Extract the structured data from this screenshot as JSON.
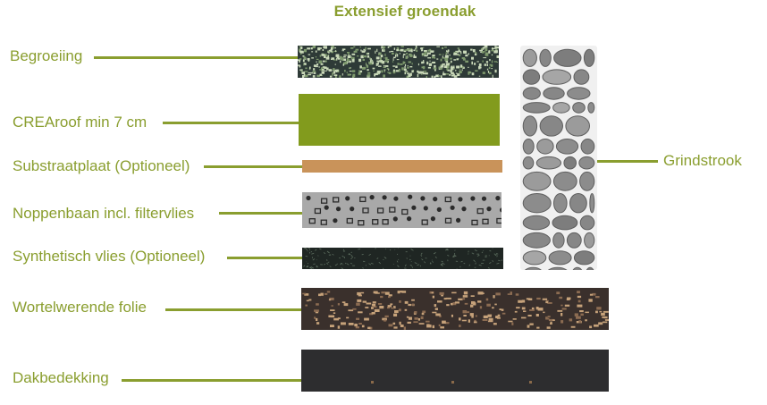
{
  "title": "Extensief groendak",
  "layers": [
    {
      "label": "Begroeiing",
      "pattern": "speckle-green",
      "color": "#2e3a37"
    },
    {
      "label": "CREAroof min 7 cm",
      "pattern": "solid",
      "color": "#829b1d"
    },
    {
      "label": "Substraatplaat (Optioneel)",
      "pattern": "solid",
      "color": "#c9935a"
    },
    {
      "label": "Noppenbaan incl. filtervlies",
      "pattern": "nubs",
      "color": "#a9a9a9"
    },
    {
      "label": "Synthetisch vlies (Optioneel)",
      "pattern": "fibers",
      "color": "#1f2623"
    },
    {
      "label": "Wortelwerende folie",
      "pattern": "speckle-tan",
      "color": "#3a302c"
    },
    {
      "label": "Dakbedekking",
      "pattern": "solid-dots",
      "color": "#2d2d2f"
    }
  ],
  "side": {
    "label": "Grindstrook",
    "pattern": "stones",
    "color": "#8e8e8e"
  },
  "colors": {
    "accent": "#8a9e2f"
  }
}
